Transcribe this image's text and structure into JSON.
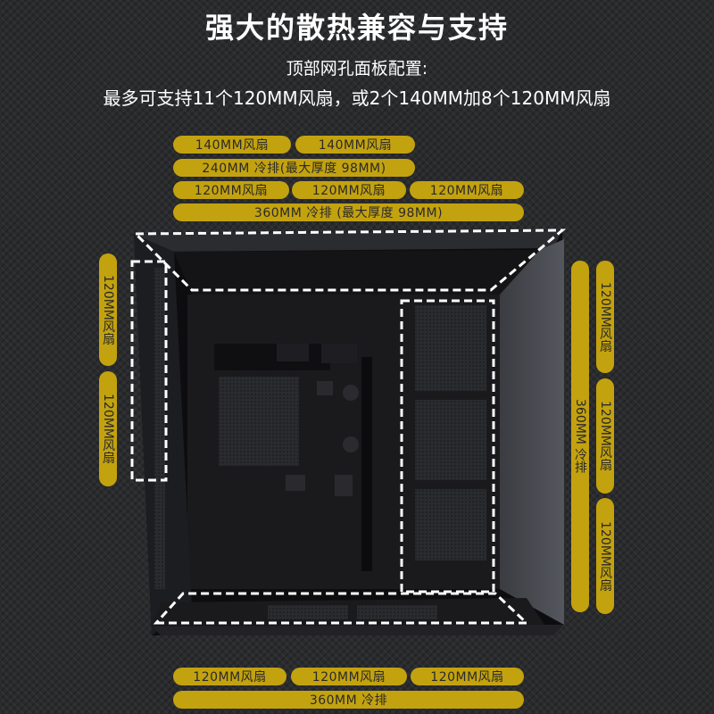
{
  "header": {
    "title": "强大的散热兼容与支持",
    "subtitle": "顶部网孔面板配置:",
    "description": "最多可支持11个120MM风扇，或2个140MM加8个120MM风扇"
  },
  "top_labels": {
    "row1": [
      "140MM风扇",
      "140MM风扇"
    ],
    "row2": "240MM 冷排(最大厚度 98MM)",
    "row3": [
      "120MM风扇",
      "120MM风扇",
      "120MM风扇"
    ],
    "row4": "360MM 冷排 (最大厚度 98MM)"
  },
  "left_labels": [
    "120MM风扇",
    "120MM风扇"
  ],
  "right_labels": {
    "radiator": "360MM 冷排",
    "fans": [
      "120MM风扇",
      "120MM风扇",
      "120MM风扇"
    ]
  },
  "bottom_labels": {
    "fans": [
      "120MM风扇",
      "120MM风扇",
      "120MM风扇"
    ],
    "radiator": "360MM 冷排"
  },
  "colors": {
    "label_bg": "#c3a20f",
    "background": "#2a2b2d",
    "dashed_outline": "#ffffff"
  }
}
